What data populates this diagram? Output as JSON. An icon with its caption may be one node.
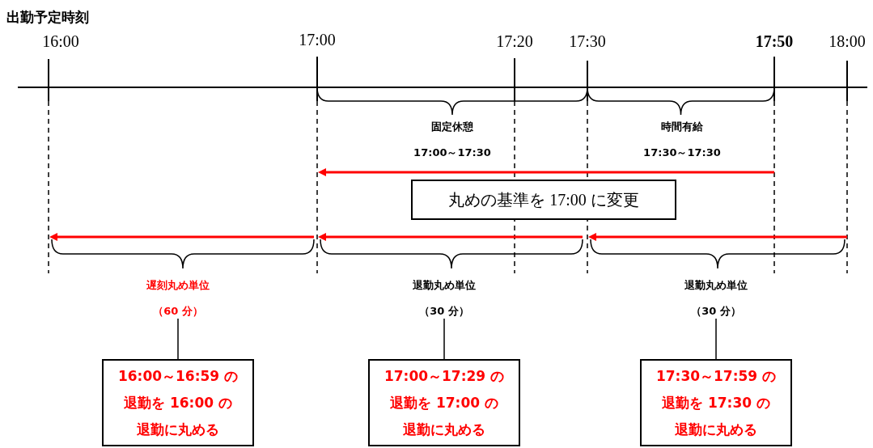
{
  "diagram": {
    "title": "出勤予定時刻",
    "nodes": [
      {
        "text": [
          "丸めの基準を 17:00 に変更"
        ]
      },
      {
        "text": [
          "遅刻丸め単位",
          "（60 分）"
        ]
      },
      {
        "text": [
          "16:00～16:59 の退勤を 16:00 の退勤に丸める"
        ]
      },
      {
        "text": [
          "退勤丸め単位",
          "（30 分）"
        ]
      },
      {
        "text": [
          "17:00～17:29 の退勤を 17:00 の退勤に丸める"
        ]
      },
      {
        "text": [
          "退勤丸め単位",
          "（30 分）"
        ]
      },
      {
        "text": [
          "17:30～17:59 の退勤を 17:30 の退勤に丸める"
        ]
      }
    ],
    "edges": [
      {
        "from": 1,
        "to": 2,
        "arrow": "none"
      },
      {
        "from": 3,
        "to": 4,
        "arrow": "none"
      },
      {
        "from": 5,
        "to": 6,
        "arrow": "none"
      }
    ],
    "labels": [
      "16:00",
      "17:00",
      "17:20",
      "17:30",
      "17:50",
      "18:00",
      "固定休憩",
      "17:00～17:30",
      "時間有給",
      "17:30～17:30"
    ]
  }
}
